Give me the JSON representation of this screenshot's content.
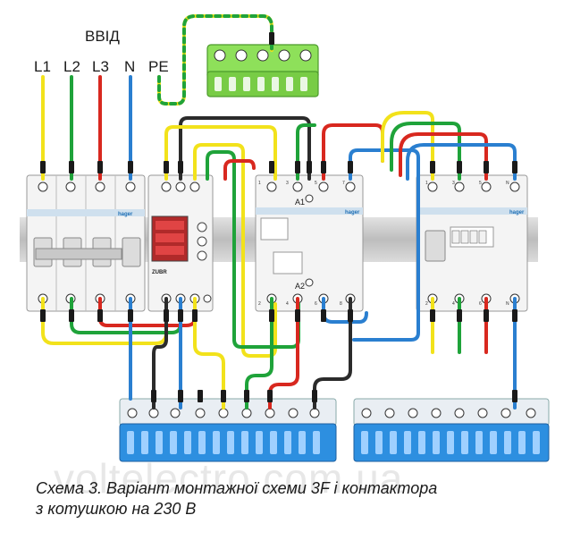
{
  "header": {
    "input_label": "ВВІД",
    "terminals": [
      "L1",
      "L2",
      "L3",
      "N",
      "PE"
    ]
  },
  "devices": {
    "breaker_brand": "hager",
    "relay_brand": "ZUBR",
    "contactor_brand": "hager",
    "contactor_label_a1": "A1",
    "contactor_label_a2": "A2",
    "contactor_top_numbers": [
      "1",
      "3",
      "5",
      "7"
    ],
    "contactor_bottom_numbers": [
      "2",
      "4",
      "6",
      "8"
    ],
    "rcd_brand": "hager",
    "rcd_top_labels": [
      "1",
      "3",
      "5",
      "N"
    ],
    "rcd_bottom_labels": [
      "2",
      "4",
      "6",
      "N"
    ]
  },
  "caption": {
    "line1": "Схема 3. Варіант монтажної схеми 3F  і контактора",
    "line2": "з котушкою на 230 В"
  },
  "watermark": "voltelectro.com.ua",
  "colors": {
    "L1": "#f2e21b",
    "L2": "#1fa33a",
    "L3": "#d8281f",
    "N": "#2a7fd0",
    "PE_a": "#f2e21b",
    "PE_b": "#1fa33a",
    "control": "#2b2b2b",
    "n_bus": "#2d8fe0",
    "pe_bus": "#7fd64a",
    "device_body": "#f4f4f4",
    "din_rail": "#c9c9c9"
  }
}
